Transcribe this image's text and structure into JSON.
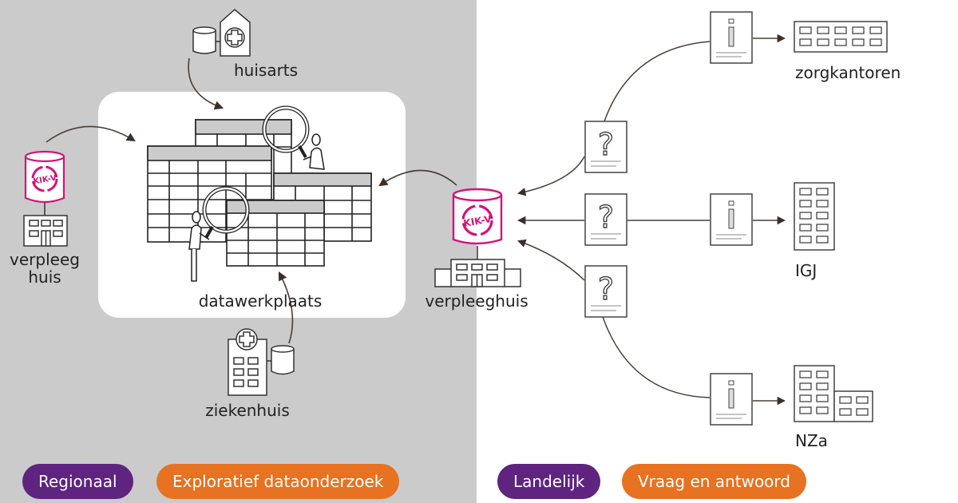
{
  "colors": {
    "regional_bg": "#cbcbcb",
    "kikv_pink": "#d4137a",
    "purple": "#5e2480",
    "orange": "#e67222",
    "line": "#4a3f38"
  },
  "regional": {
    "center_label": "datawerkplaats",
    "sources": [
      {
        "label": "huisarts",
        "icon": "gp-practice-icon"
      },
      {
        "label_line1": "verpleeg",
        "label_line2": "huis",
        "icon": "kikv-database-icon"
      },
      {
        "label": "ziekenhuis",
        "icon": "hospital-icon"
      }
    ],
    "kikv_logo_text": "KIK-V"
  },
  "hub": {
    "label": "verpleeghuis",
    "logo_text": "KIK-V"
  },
  "national": {
    "question_glyph": "?",
    "info_glyph": "i",
    "recipients": [
      {
        "label": "zorgkantoren",
        "icon": "office-building-icon"
      },
      {
        "label": "IGJ",
        "icon": "tower-building-icon"
      },
      {
        "label": "NZa",
        "icon": "complex-building-icon"
      }
    ]
  },
  "pills": {
    "regional_scope": "Regionaal",
    "regional_type": "Exploratief dataonderzoek",
    "national_scope": "Landelijk",
    "national_type": "Vraag en antwoord"
  }
}
